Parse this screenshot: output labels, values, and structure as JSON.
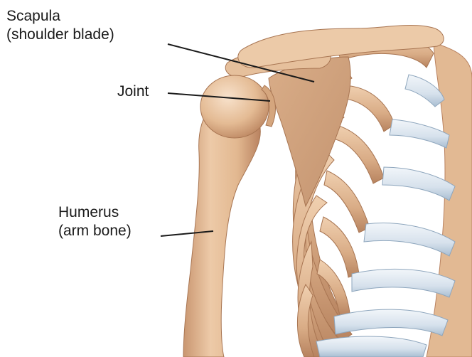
{
  "labels": {
    "scapula": {
      "line1": "Scapula",
      "line2": "(shoulder blade)"
    },
    "joint": {
      "line1": "Joint"
    },
    "humerus": {
      "line1": "Humerus",
      "line2": "(arm bone)"
    }
  },
  "colors": {
    "bone": "#e7c2a0",
    "bone_shadow": "#c99670",
    "bone_highlight": "#f6dcc3",
    "cartilage": "#dce6f0",
    "cartilage_shadow": "#a9bed2",
    "leader_line": "#1a1a1a"
  }
}
